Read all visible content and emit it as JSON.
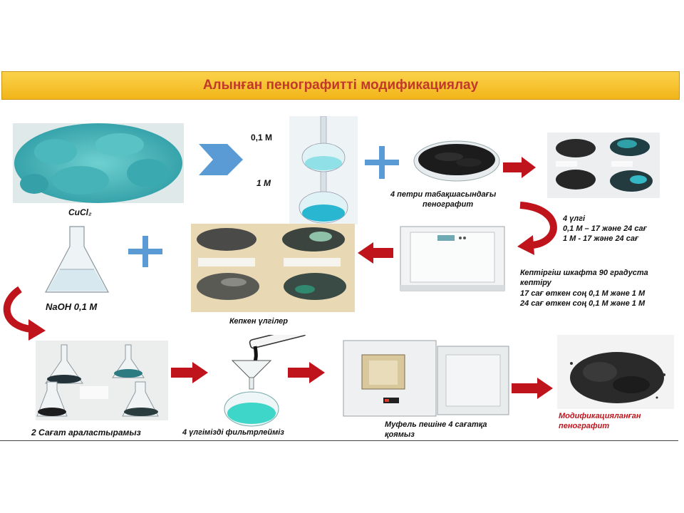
{
  "title": "Алынған пенографитті модификациялау",
  "labels": {
    "cucl2": "CuCl₂",
    "conc_01": "0,1 М",
    "conc_1": "1 М",
    "petri_line1": "4 петри табақшасындағы",
    "petri_line2": "пенографит",
    "samples_line1": "4 үлгі",
    "samples_line2": "0,1 М – 17 және 24 сағ",
    "samples_line3": "1 М - 17 және 24 сағ",
    "naoh": "NaOH 0,1 М",
    "dried": "Кепкен үлгілер",
    "oven_line1": "Кептіргіш шкафта 90 градуста",
    "oven_line2": "кептіру",
    "oven_line3": "17 сағ өткен соң  0,1 М және  1 М",
    "oven_line4": "24 сағ өткен соң 0,1 М  және 1 М",
    "stir": "2  Сағат  араластырамыз",
    "filter": "4 үлгімізді фильтрлейміз",
    "muffle_line1": "Муфель пешіне 4 сағатқа",
    "muffle_line2": "қоямыз",
    "modified_line1": "Модификацияланған",
    "modified_line2": "пенографит"
  },
  "colors": {
    "title_bg": "#f5c12e",
    "title_text": "#c0392b",
    "arrow_red": "#c0141c",
    "chevron_blue": "#5b9bd5",
    "plus_blue": "#5b9bd5",
    "solution_cyan": "#3ec9d6"
  }
}
